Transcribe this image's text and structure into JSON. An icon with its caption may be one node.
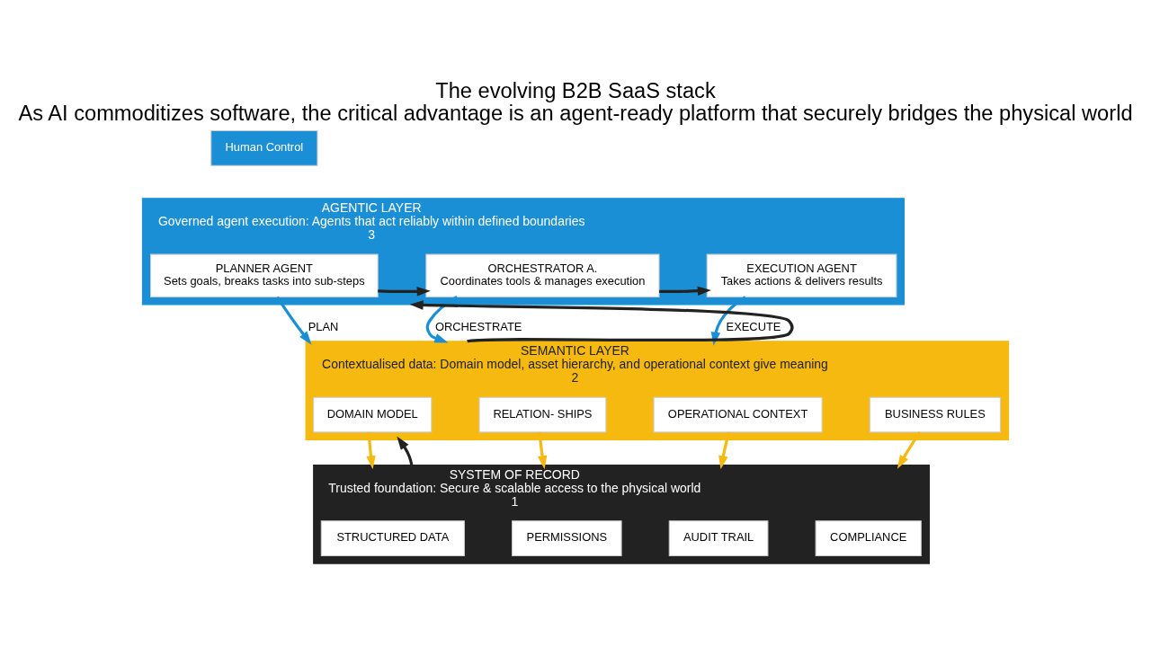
{
  "diagram": {
    "title": "The evolving B2B SaaS stack",
    "caption": "As AI commoditizes software, the critical advantage is an agent-ready platform that securely bridges the physical world",
    "nodes": [
      {
        "text": [
          "AGENTIC LAYER",
          "Governed agent execution: Agents that act reliably within defined boundaries",
          "3"
        ]
      },
      {
        "text": [
          "Human Control"
        ]
      },
      {
        "text": [
          "PLANNER AGENT",
          "Sets goals, breaks tasks into sub-steps"
        ],
        "in": 0
      },
      {
        "text": [
          "ORCHESTRATOR A.",
          "Coordinates tools & manages execution"
        ],
        "in": 0
      },
      {
        "text": [
          "EXECUTION AGENT",
          "Takes actions & delivers results"
        ],
        "in": 0
      },
      {
        "text": [
          "SEMANTIC LAYER",
          "Contextualised data: Domain model, asset hierarchy, and operational context give meaning",
          "2"
        ]
      },
      {
        "text": [
          "DOMAIN MODEL"
        ],
        "in": 5
      },
      {
        "text": [
          "RELATION- SHIPS"
        ],
        "in": 5
      },
      {
        "text": [
          "OPERATIONAL CONTEXT"
        ],
        "in": 5
      },
      {
        "text": [
          "BUSINESS RULES"
        ],
        "in": 5
      },
      {
        "text": [
          "SYSTEM OF RECORD",
          "Trusted foundation: Secure & scalable access to the physical world",
          "1"
        ]
      },
      {
        "text": [
          "STRUCTURED DATA"
        ],
        "in": 10
      },
      {
        "text": [
          "PERMISSIONS"
        ],
        "in": 10
      },
      {
        "text": [
          "AUDIT TRAIL"
        ],
        "in": 10
      },
      {
        "text": [
          "COMPLIANCE"
        ],
        "in": 10
      }
    ],
    "edges": [
      {
        "from": 2,
        "to": 3,
        "arrow": "to"
      },
      {
        "from": 3,
        "to": 4,
        "arrow": "to"
      },
      {
        "from": 2,
        "to": 5,
        "arrow": "to",
        "label": "PLAN",
        "color": "#1a8fd6"
      },
      {
        "from": 3,
        "to": 5,
        "arrow": "to",
        "label": "ORCHESTRATE",
        "color": "#1a8fd6"
      },
      {
        "from": 4,
        "to": 5,
        "arrow": "to",
        "label": "EXECUTE",
        "color": "#1a8fd6"
      },
      {
        "from": 6,
        "to": 10,
        "arrow": "to",
        "color": "#f5b90f"
      },
      {
        "from": 7,
        "to": 10,
        "arrow": "to",
        "color": "#f5b90f"
      },
      {
        "from": 8,
        "to": 10,
        "arrow": "to",
        "color": "#f5b90f"
      },
      {
        "from": 9,
        "to": 10,
        "arrow": "to",
        "color": "#f5b90f"
      },
      {
        "from": 10,
        "to": 5,
        "arrow": "to"
      },
      {
        "from": 5,
        "to": 0,
        "arrow": "to"
      }
    ]
  }
}
